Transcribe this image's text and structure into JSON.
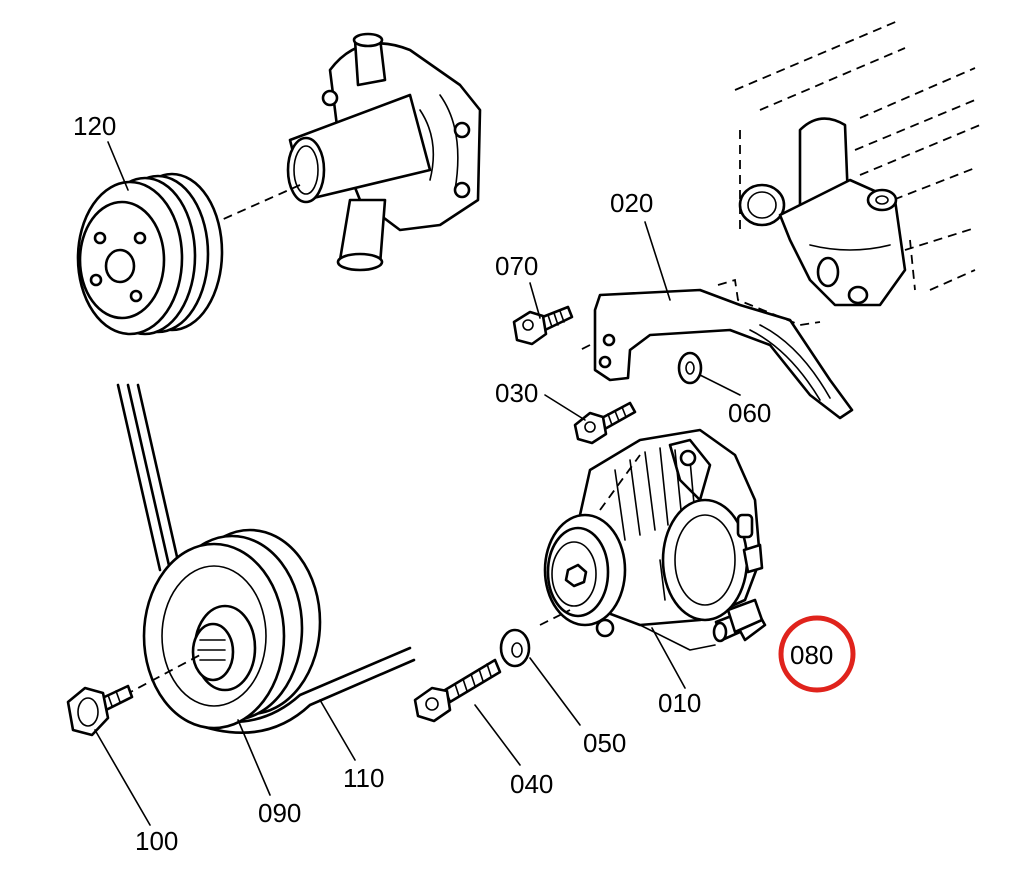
{
  "parts": [
    {
      "id": "p120",
      "number": "120"
    },
    {
      "id": "p070",
      "number": "070"
    },
    {
      "id": "p020",
      "number": "020"
    },
    {
      "id": "p030",
      "number": "030"
    },
    {
      "id": "p060",
      "number": "060"
    },
    {
      "id": "p080",
      "number": "080",
      "highlighted": true
    },
    {
      "id": "p010",
      "number": "010"
    },
    {
      "id": "p050",
      "number": "050"
    },
    {
      "id": "p040",
      "number": "040"
    },
    {
      "id": "p110",
      "number": "110"
    },
    {
      "id": "p090",
      "number": "090"
    },
    {
      "id": "p100",
      "number": "100"
    }
  ],
  "highlight_color": "#e0231c"
}
